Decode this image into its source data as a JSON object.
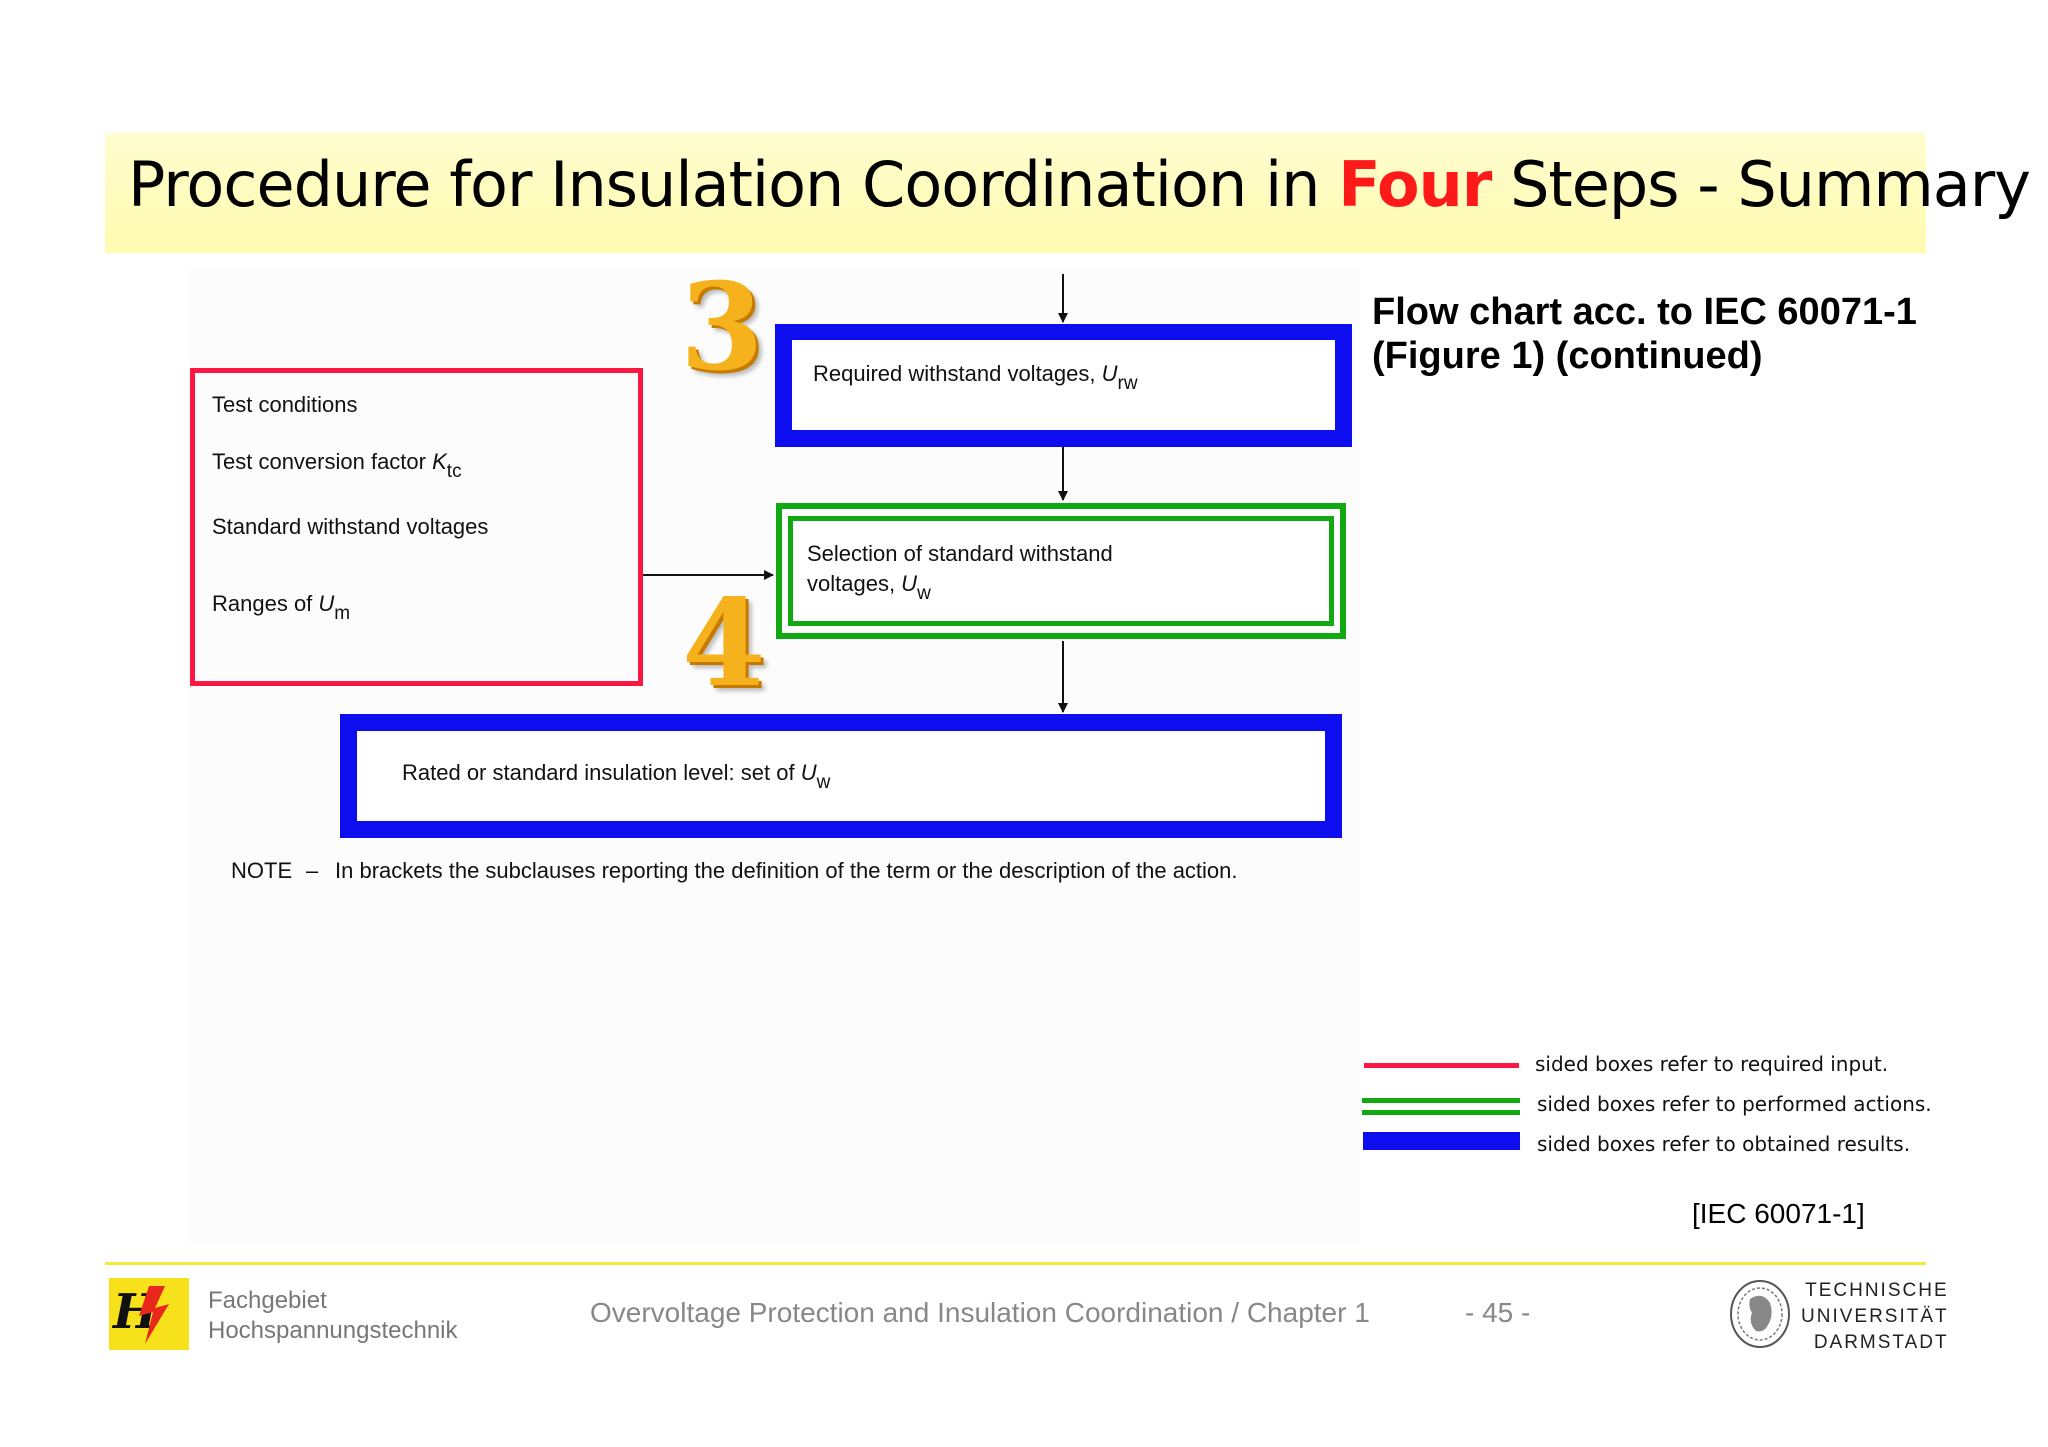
{
  "slide": {
    "title_before": "Procedure for Insulation Coordination in",
    "title_highlight": "Four",
    "title_after": "Steps - Summary"
  },
  "flowchart": {
    "step3_number": "3",
    "step4_number": "4",
    "input_box": {
      "line1": "Test conditions",
      "line2_text": "Test conversion factor ",
      "line2_symbol": "K",
      "line2_sub": "tc",
      "line3": "Standard withstand voltages",
      "line4_text": "Ranges of ",
      "line4_symbol": "U",
      "line4_sub": "m"
    },
    "required_box": {
      "text": "Required withstand voltages, ",
      "symbol": "U",
      "sub": "rw"
    },
    "selection_box": {
      "line1": "Selection of standard withstand",
      "line2_text": "voltages, ",
      "symbol": "U",
      "sub": "w"
    },
    "rated_box": {
      "text": "Rated or standard insulation level: set of ",
      "symbol": "U",
      "sub": "w"
    },
    "note_label": "NOTE",
    "note_dash": "–",
    "note_text": "In brackets the subclauses reporting the definition of the term or the description of the action."
  },
  "caption": {
    "line1": "Flow chart acc. to IEC 60071-1",
    "line2": "(Figure 1) (continued)"
  },
  "legend": [
    {
      "style": "red-single",
      "color": "#ff1744",
      "text": "sided boxes refer to required input."
    },
    {
      "style": "green-double",
      "color": "#12a812",
      "text": "sided boxes refer to performed actions."
    },
    {
      "style": "blue-thick",
      "color": "#0d0df0",
      "text": "sided boxes refer to obtained results."
    }
  ],
  "reference": "[IEC 60071-1]",
  "footer": {
    "dept_line1": "Fachgebiet",
    "dept_line2": "Hochspannungstechnik",
    "course": "Overvoltage Protection and Insulation Coordination / Chapter 1",
    "page": "- 45 -",
    "university_line1": "TECHNISCHE",
    "university_line2": "UNIVERSITÄT",
    "university_line3": "DARMSTADT"
  },
  "colors": {
    "title_banner": "#fffbb0",
    "highlight": "#ff1a1a",
    "input_border": "#ff1744",
    "action_border": "#12a812",
    "result_border": "#0d0df0",
    "footer_rule": "#f2ea3a"
  }
}
